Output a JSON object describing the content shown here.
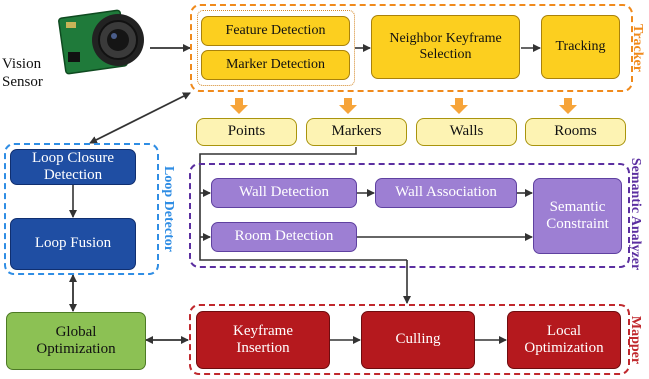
{
  "sensor": {
    "label": "Vision Sensor"
  },
  "tracker": {
    "title": "Tracker",
    "feature_detection": "Feature Detection",
    "marker_detection": "Marker Detection",
    "neighbor_keyframe": "Neighbor Keyframe Selection",
    "tracking": "Tracking"
  },
  "outputs": {
    "points": "Points",
    "markers": "Markers",
    "walls": "Walls",
    "rooms": "Rooms"
  },
  "semantic": {
    "title": "Semantic Analyzer",
    "wall_detection": "Wall Detection",
    "wall_association": "Wall Association",
    "room_detection": "Room Detection",
    "semantic_constraint": "Semantic Constraint"
  },
  "loop": {
    "title": "Loop Detector",
    "closure_detection": "Loop Closure Detection",
    "fusion": "Loop Fusion"
  },
  "global_optimization": "Global Optimization",
  "mapper": {
    "title": "Mapper",
    "keyframe_insertion": "Keyframe Insertion",
    "culling": "Culling",
    "local_optimization": "Local Optimization"
  },
  "colors": {
    "tracker": "#f08a1c",
    "semantic": "#5b2fa0",
    "loop": "#2f8de4",
    "mapper": "#c0282d"
  }
}
